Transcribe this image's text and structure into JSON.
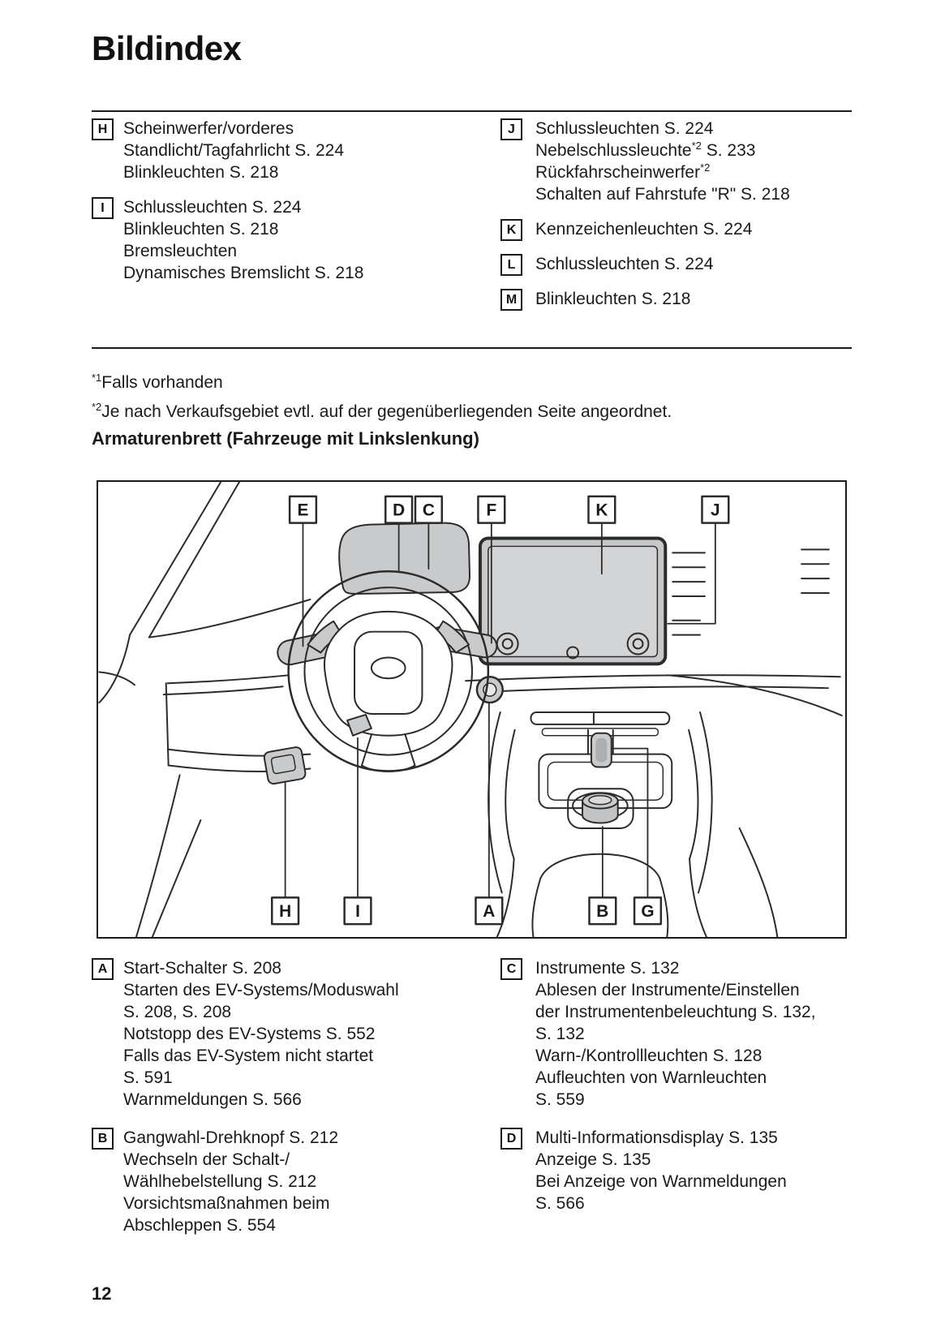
{
  "page": {
    "title": "Bildindex",
    "section_heading": "Armaturenbrett (Fahrzeuge mit Linkslenkung)",
    "page_number": "12"
  },
  "footnotes": [
    "{{*1}}Falls vorhanden",
    "{{*2}}Je nach Verkaufsgebiet evtl. auf der gegenüberliegenden Seite angeordnet."
  ],
  "top_index": {
    "left": [
      {
        "letter": "H",
        "lines": [
          "Scheinwerfer/vorderes",
          "Standlicht/Tagfahrlicht S. 224",
          "Blinkleuchten S. 218"
        ]
      },
      {
        "letter": "I",
        "lines": [
          "Schlussleuchten S. 224",
          "Blinkleuchten S. 218",
          "Bremsleuchten",
          "Dynamisches Bremslicht S. 218"
        ]
      }
    ],
    "right": [
      {
        "letter": "J",
        "lines": [
          "Schlussleuchten S. 224",
          "Nebelschlussleuchte{{*2}} S. 233",
          "Rückfahrscheinwerfer{{*2}}",
          "Schalten auf Fahrstufe \"R\" S. 218"
        ]
      },
      {
        "letter": "K",
        "lines": [
          "Kennzeichenleuchten S. 224"
        ]
      },
      {
        "letter": "L",
        "lines": [
          "Schlussleuchten S. 224"
        ]
      },
      {
        "letter": "M",
        "lines": [
          "Blinkleuchten S. 218"
        ]
      }
    ]
  },
  "diagram": {
    "top_callouts": [
      "E",
      "D",
      "C",
      "F",
      "K",
      "J"
    ],
    "bottom_callouts": [
      "H",
      "I",
      "A",
      "B",
      "G"
    ]
  },
  "bottom_index": {
    "left": [
      {
        "letter": "A",
        "lines": [
          "Start-Schalter S. 208",
          "Starten des EV-Systems/Moduswahl",
          "S. 208, S. 208",
          "Notstopp des EV-Systems S. 552",
          "Falls das EV-System nicht startet",
          "S. 591",
          "Warnmeldungen S. 566"
        ]
      },
      {
        "letter": "B",
        "lines": [
          "Gangwahl-Drehknopf S. 212",
          "Wechseln der Schalt-/",
          "Wählhebelstellung S. 212",
          "Vorsichtsmaßnahmen beim",
          "Abschleppen S. 554"
        ]
      }
    ],
    "right": [
      {
        "letter": "C",
        "lines": [
          "Instrumente S. 132",
          "Ablesen der Instrumente/Einstellen",
          "der Instrumentenbeleuchtung S. 132,",
          "S. 132",
          "Warn-/Kontrollleuchten S. 128",
          "Aufleuchten von Warnleuchten",
          "S. 559"
        ]
      },
      {
        "letter": "D",
        "lines": [
          "Multi-Informationsdisplay S. 135",
          "Anzeige S. 135",
          "Bei Anzeige von Warnmeldungen",
          "S. 566"
        ]
      }
    ]
  },
  "colors": {
    "ink": "#2b2b2b",
    "shade": "#c9cacc"
  }
}
